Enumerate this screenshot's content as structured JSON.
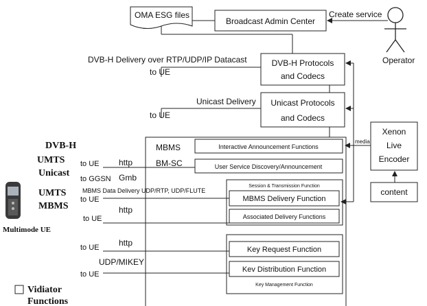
{
  "colors": {
    "stroke": "#222222",
    "text": "#111111",
    "fill": "#ffffff",
    "device": "#3a3a3a"
  },
  "top": {
    "oma_esg": "OMA ESG files",
    "broadcast_admin": "Broadcast Admin Center",
    "create_service": "Create service",
    "operator": "Operator"
  },
  "dvbh": {
    "delivery": "DVB-H Delivery over RTP/UDP/IP Datacast",
    "to_ue": "to UE",
    "box_line1": "DVB-H Protocols",
    "box_line2": "and Codecs"
  },
  "unicast": {
    "delivery": "Unicast Delivery",
    "to_ue": "to UE",
    "box_line1": "Unicast Protocols",
    "box_line2": "and Codecs"
  },
  "encoder": {
    "line1": "Xenon",
    "line2": "Live",
    "line3": "Encoder",
    "content": "content",
    "media": "media"
  },
  "bmsc": {
    "mbms": "MBMS",
    "bmsc": "BM-SC",
    "interactive": "Interactive Announcement Functions",
    "user_service": "User Service Discovery/Announcement",
    "session_label": "Session & Transmission Function",
    "mbms_delivery": "MBMS Delivery Function",
    "associated": "Associated Delivery Functions",
    "key_request": "Key Request Function",
    "key_distribution": "Kev Distribution Function",
    "key_mgmt": "Key Management Function"
  },
  "left": {
    "dvbh": "DVB-H",
    "umts1": "UMTS",
    "unicast": "Unicast",
    "umts2": "UMTS",
    "mbms": "MBMS",
    "multimode": "Multimode UE",
    "vidiator1": "Vidiator",
    "vidiator2": "Functions"
  },
  "links": {
    "to_ue": "to UE",
    "http": "http",
    "to_ggsn": "to GGSN",
    "gmb": "Gmb",
    "mbms_data": "MBMS Data Delivery UDP/RTP, UDP/FLUTE",
    "udp_mikey": "UDP/MIKEY"
  }
}
